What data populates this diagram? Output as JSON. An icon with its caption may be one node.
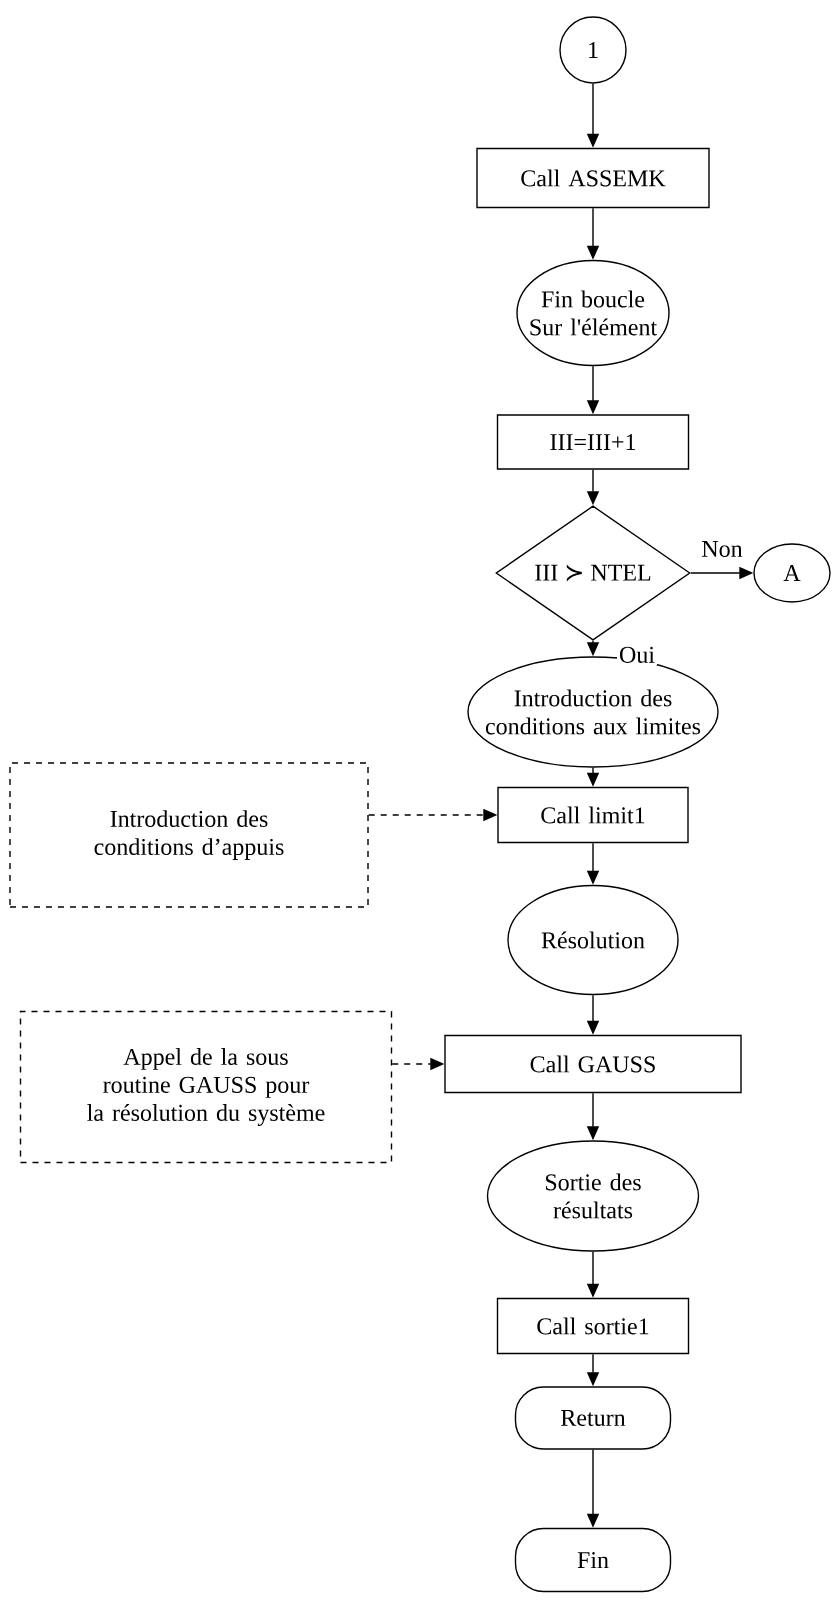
{
  "diagram": {
    "nodes": [
      {
        "text": [
          "1"
        ]
      },
      {
        "text": [
          "Call ASSEMK"
        ]
      },
      {
        "text": [
          "Fin boucle Sur l'élément"
        ]
      },
      {
        "text": [
          "III=III+1"
        ]
      },
      {
        "text": [
          "III ≻ NTEL"
        ]
      },
      {
        "text": [
          "A"
        ]
      },
      {
        "text": [
          "Introduction des conditions aux limites"
        ]
      },
      {
        "text": [
          "Introduction des conditions d’appuis"
        ]
      },
      {
        "text": [
          "Call limit1"
        ]
      },
      {
        "text": [
          "Résolution"
        ]
      },
      {
        "text": [
          "Appel de la sous routine GAUSS pour la résolution du système"
        ]
      },
      {
        "text": [
          "Call GAUSS"
        ]
      },
      {
        "text": [
          "Sortie des résultats"
        ]
      },
      {
        "text": [
          "Call sortie1"
        ]
      },
      {
        "text": [
          "Return"
        ]
      },
      {
        "text": [
          "Fin"
        ]
      }
    ],
    "edges": [
      {
        "from": 0,
        "to": 1,
        "arrow": "to"
      },
      {
        "from": 1,
        "to": 2,
        "arrow": "to"
      },
      {
        "from": 2,
        "to": 3,
        "arrow": "to"
      },
      {
        "from": 3,
        "to": 4,
        "arrow": "to"
      },
      {
        "from": 4,
        "to": 5,
        "arrow": "to",
        "label": "Non"
      },
      {
        "from": 4,
        "to": 6,
        "arrow": "to",
        "label": "Oui"
      },
      {
        "from": 6,
        "to": 8,
        "arrow": "to"
      },
      {
        "from": 7,
        "to": 8,
        "arrow": "to",
        "style": "dashed"
      },
      {
        "from": 8,
        "to": 9,
        "arrow": "to"
      },
      {
        "from": 9,
        "to": 11,
        "arrow": "to"
      },
      {
        "from": 10,
        "to": 11,
        "arrow": "to",
        "style": "dashed"
      },
      {
        "from": 11,
        "to": 12,
        "arrow": "to"
      },
      {
        "from": 12,
        "to": 13,
        "arrow": "to"
      },
      {
        "from": 13,
        "to": 14,
        "arrow": "to"
      },
      {
        "from": 14,
        "to": 15,
        "arrow": "to"
      }
    ]
  }
}
